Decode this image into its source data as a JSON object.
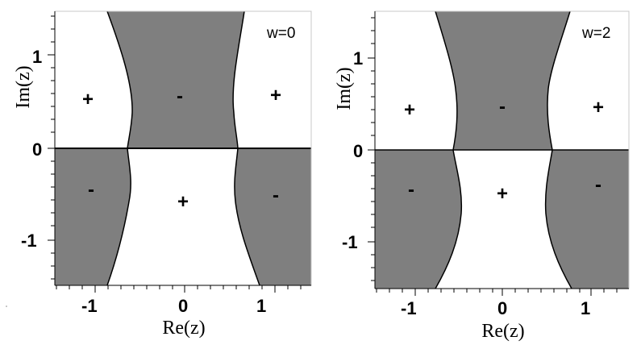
{
  "colors": {
    "region_shaded": "#7f7f7f",
    "region_plain": "#ffffff",
    "boundary": "#000000"
  },
  "panels": [
    {
      "label": "w=0",
      "x_ticks": [
        "-1",
        "0",
        "1"
      ],
      "y_ticks": [
        "1",
        "0",
        "-1"
      ],
      "xlabel": "Re(z)",
      "ylabel": "Im(z)",
      "signs": {
        "upper_left": "+",
        "upper_center": "-",
        "upper_right": "+",
        "lower_left": "-",
        "lower_center": "+",
        "lower_right": "-"
      }
    },
    {
      "label": "w=2",
      "x_ticks": [
        "-1",
        "0",
        "1"
      ],
      "y_ticks": [
        "1",
        "0",
        "-1"
      ],
      "xlabel": "Re(z)",
      "ylabel": "Im(z)",
      "signs": {
        "upper_left": "+",
        "upper_center": "-",
        "upper_right": "+",
        "lower_left": "-",
        "lower_center": "+",
        "lower_right": "-"
      }
    }
  ]
}
